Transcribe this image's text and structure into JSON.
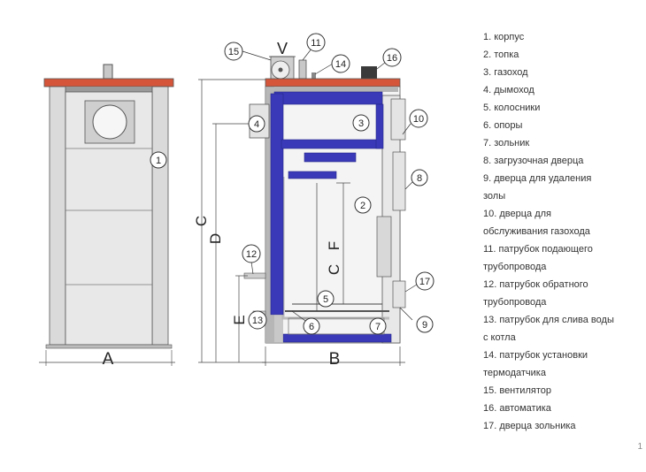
{
  "diagram": {
    "callouts": [
      "1",
      "2",
      "3",
      "4",
      "5",
      "6",
      "7",
      "8",
      "9",
      "10",
      "11",
      "12",
      "13",
      "14",
      "15",
      "16",
      "17"
    ],
    "dims": {
      "A": "A",
      "B": "B",
      "C1": "C",
      "C2": "C",
      "D": "D",
      "E": "E",
      "F": "F",
      "V": "V"
    }
  },
  "legend": [
    {
      "text": "1. корпус"
    },
    {
      "text": "2. топка"
    },
    {
      "text": "3. газоход"
    },
    {
      "text": "4. дымоход"
    },
    {
      "text": "5. колосники"
    },
    {
      "text": "6. опоры"
    },
    {
      "text": "7. зольник"
    },
    {
      "text": "8. загрузочная дверца"
    },
    {
      "text": "9. дверца для удаления",
      "cont": "золы"
    },
    {
      "text": "10. дверца для",
      "cont": "обслуживания газохода"
    },
    {
      "text": "11. патрубок подающего",
      "cont": "трубопровода"
    },
    {
      "text": "12. патрубок обратного",
      "cont": "трубопровода"
    },
    {
      "text": "13. патрубок для слива воды",
      "cont": "с котла"
    },
    {
      "text": "14. патрубок установки",
      "cont": "термодатчика"
    },
    {
      "text": "15. вентилятор"
    },
    {
      "text": "16. автоматика"
    },
    {
      "text": "17. дверца зольника"
    }
  ],
  "page_number": "1",
  "colors": {
    "top_panel": "#d4553a",
    "water_jacket": "#3a3ab8",
    "body": "#e4e4e4",
    "line": "#555555"
  }
}
